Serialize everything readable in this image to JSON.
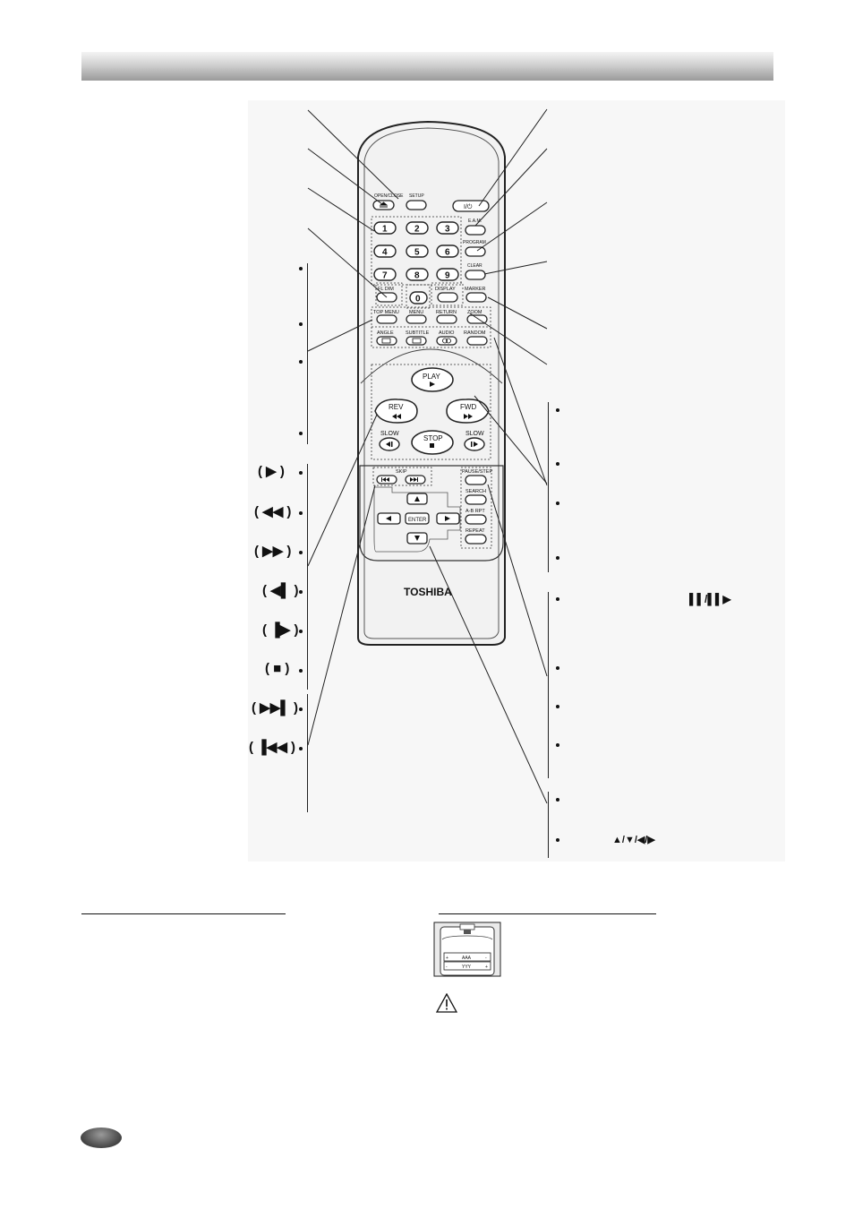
{
  "remote": {
    "power": "I/⏻",
    "open_close": "OPEN/CLOSE",
    "setup": "SETUP",
    "eam": "E.A.M.",
    "program": "PROGRAM",
    "clear": "CLEAR",
    "fl_dim": "FL DIM",
    "display": "DISPLAY",
    "marker": "MARKER",
    "top_menu": "TOP MENU",
    "menu": "MENU",
    "return": "RETURN",
    "zoom": "ZOOM",
    "angle": "ANGLE",
    "subtitle": "SUBTITLE",
    "audio": "AUDIO",
    "random": "RANDOM",
    "play": "PLAY",
    "rev": "REV",
    "fwd": "FWD",
    "slow": "SLOW",
    "stop": "STOP",
    "skip": "SKIP",
    "pause_step": "PAUSE/STEP",
    "search": "SEARCH",
    "ab_rpt": "A-B RPT",
    "repeat": "REPEAT",
    "enter": "ENTER",
    "brand": "TOSHIBA",
    "digits": [
      "1",
      "2",
      "3",
      "4",
      "5",
      "6",
      "7",
      "8",
      "9",
      "0"
    ]
  },
  "left_symbols": [
    "( ▶ )",
    "( ◀◀ )",
    "( ▶▶ )",
    "( ◀▌ )",
    "( ▐▶ )",
    "( ■ )",
    "( ▶▶▌ )",
    "( ▐◀◀ )"
  ],
  "right_symbols": {
    "pause": "▌▌/▌▌▶",
    "arrows": "▲/▼/◀/▶"
  },
  "battery": {
    "label_top": "AAA",
    "label_bottom": "YYY"
  }
}
